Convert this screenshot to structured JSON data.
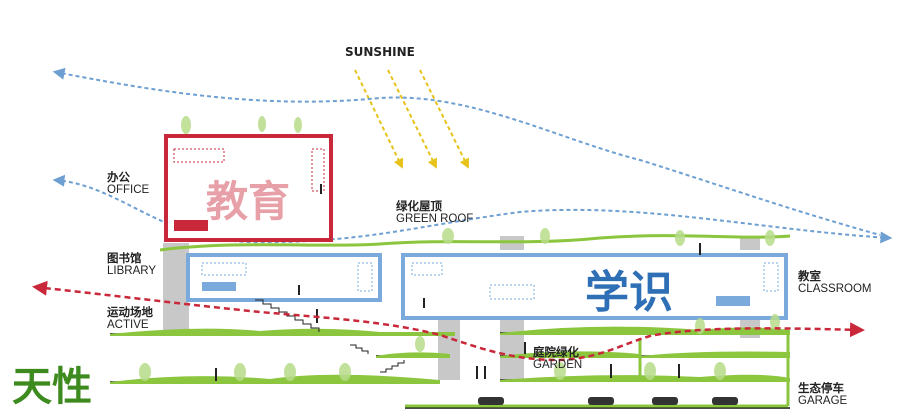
{
  "sunshine": "SUNSHINE",
  "labels": {
    "office": {
      "cn": "办公",
      "en": "OFFICE"
    },
    "library": {
      "cn": "图书馆",
      "en": "LIBRARY"
    },
    "active": {
      "cn": "运动场地",
      "en": "ACTIVE"
    },
    "green_roof": {
      "cn": "绿化屋顶",
      "en": "GREEN ROOF"
    },
    "classroom": {
      "cn": "教室",
      "en": "CLASSROOM"
    },
    "garden": {
      "cn": "庭院绿化",
      "en": "GARDEN"
    },
    "garage": {
      "cn": "生态停车",
      "en": "GARAGE"
    }
  },
  "big_text": {
    "education": "教育",
    "learning": "学识",
    "nature": "天性"
  },
  "colors": {
    "red": "#c8283a",
    "blue": "#7aa9dc",
    "green": "#8cc63f",
    "grey": "#c8c8c8",
    "yellow": "#f0d21e",
    "nature_text": "#3d8a1f",
    "learning_text": "#2f6fb5"
  }
}
